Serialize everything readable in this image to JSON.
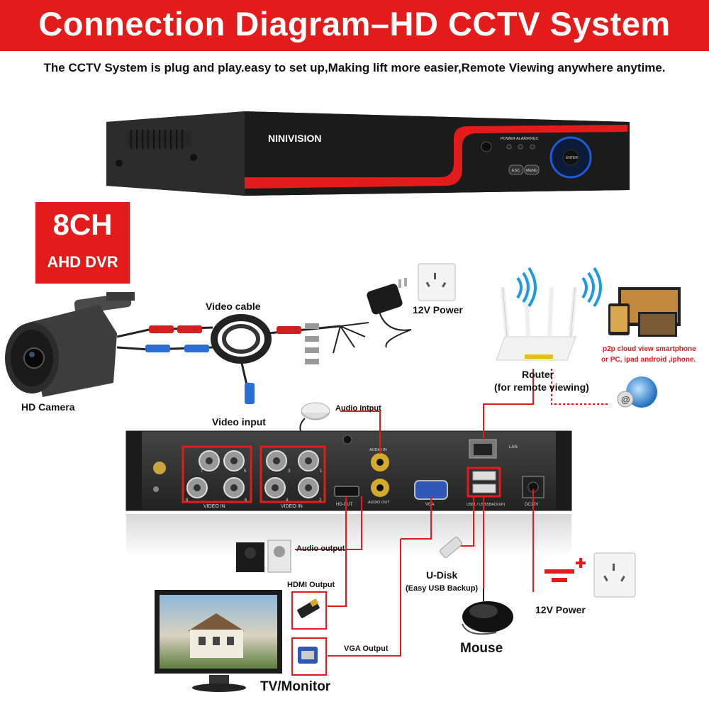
{
  "header": {
    "title": "Connection Diagram–HD CCTV System",
    "subtitle": "The CCTV System is plug and play.easy to set up,Making lift more easier,Remote Viewing anywhere anytime."
  },
  "dvr_front": {
    "brand": "NINIVISION",
    "indicator_labels": [
      "POWER",
      "ALARM",
      "REC"
    ],
    "button_labels": [
      "ESC",
      "MENU",
      "ENTER"
    ]
  },
  "badge": {
    "line1": "8CH",
    "line2": "AHD DVR"
  },
  "labels": {
    "video_cable": "Video cable",
    "power_top": "12V Power",
    "hd_camera": "HD Camera",
    "video_input": "Video input",
    "audio_input": "Audio intput",
    "router": "Router",
    "router_note": "(for remote viewing)",
    "p2p_line1": "p2p cloud  view smartphone",
    "p2p_line2": "or PC, ipad android ,iphone.",
    "audio_output": "Audio output",
    "hdmi_output": "HDMI Output",
    "vga_output": "VGA Output",
    "udisk": "U-Disk",
    "udisk_note": "(Easy USB Backup)",
    "power_bottom": "12V Power",
    "mouse": "Mouse",
    "tv_monitor": "TV/Monitor"
  },
  "rear_panel": {
    "video_in_label": "VIDEO IN",
    "channel_numbers": [
      "7",
      "5",
      "3",
      "1",
      "8",
      "6",
      "4",
      "2"
    ],
    "hdmi_label": "HD-OUT",
    "audio_in_label": "AUDIO IN",
    "audio_out_label": "AUDIO OUT",
    "vga_label": "VGA",
    "lan_label": "LAN",
    "usb_label": "USB1 / USB2(BACKUP)",
    "dc_label": "DC12V"
  },
  "colors": {
    "accent": "#e31b1b",
    "banner_text": "#ffffff",
    "cable_line": "#e31b1b",
    "panel_dark": "#2a2a2a"
  }
}
